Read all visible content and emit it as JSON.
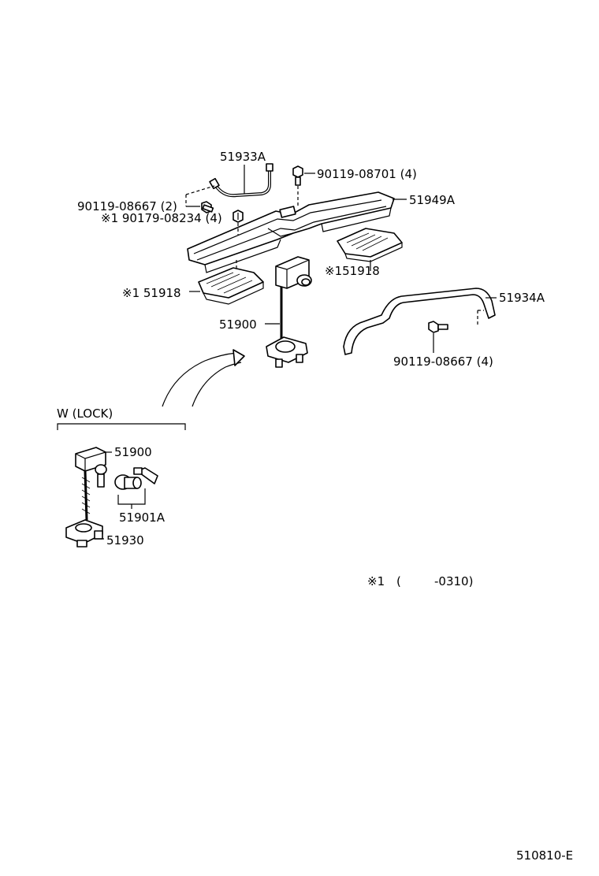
{
  "labels": {
    "p51933A": "51933A",
    "p90119_08701": "90119-08701 (4)",
    "p51949A": "51949A",
    "p90119_08667_2": "90119-08667 (2)",
    "p90179_08234": "※1 90179-08234 (4)",
    "p51918_right": "※151918",
    "p51918_left": "※1 51918",
    "p51934A": "51934A",
    "p51900": "51900",
    "p90119_08667_4": "90119-08667 (4)",
    "lock_title": "W (LOCK)",
    "lock_51900": "51900",
    "lock_51901A": "51901A",
    "lock_51930": "51930",
    "note_mark": "※1",
    "note_paren": "(",
    "note_range": "-0310)",
    "figure_code": "510810-E"
  },
  "icons": [
    "spare-tire-hanger-icon",
    "frame-crossmember-icon",
    "jack-winch-icon",
    "lock-cylinder-icon",
    "bolt-icon",
    "nut-icon",
    "bracket-icon",
    "arrow-curve-icon"
  ]
}
